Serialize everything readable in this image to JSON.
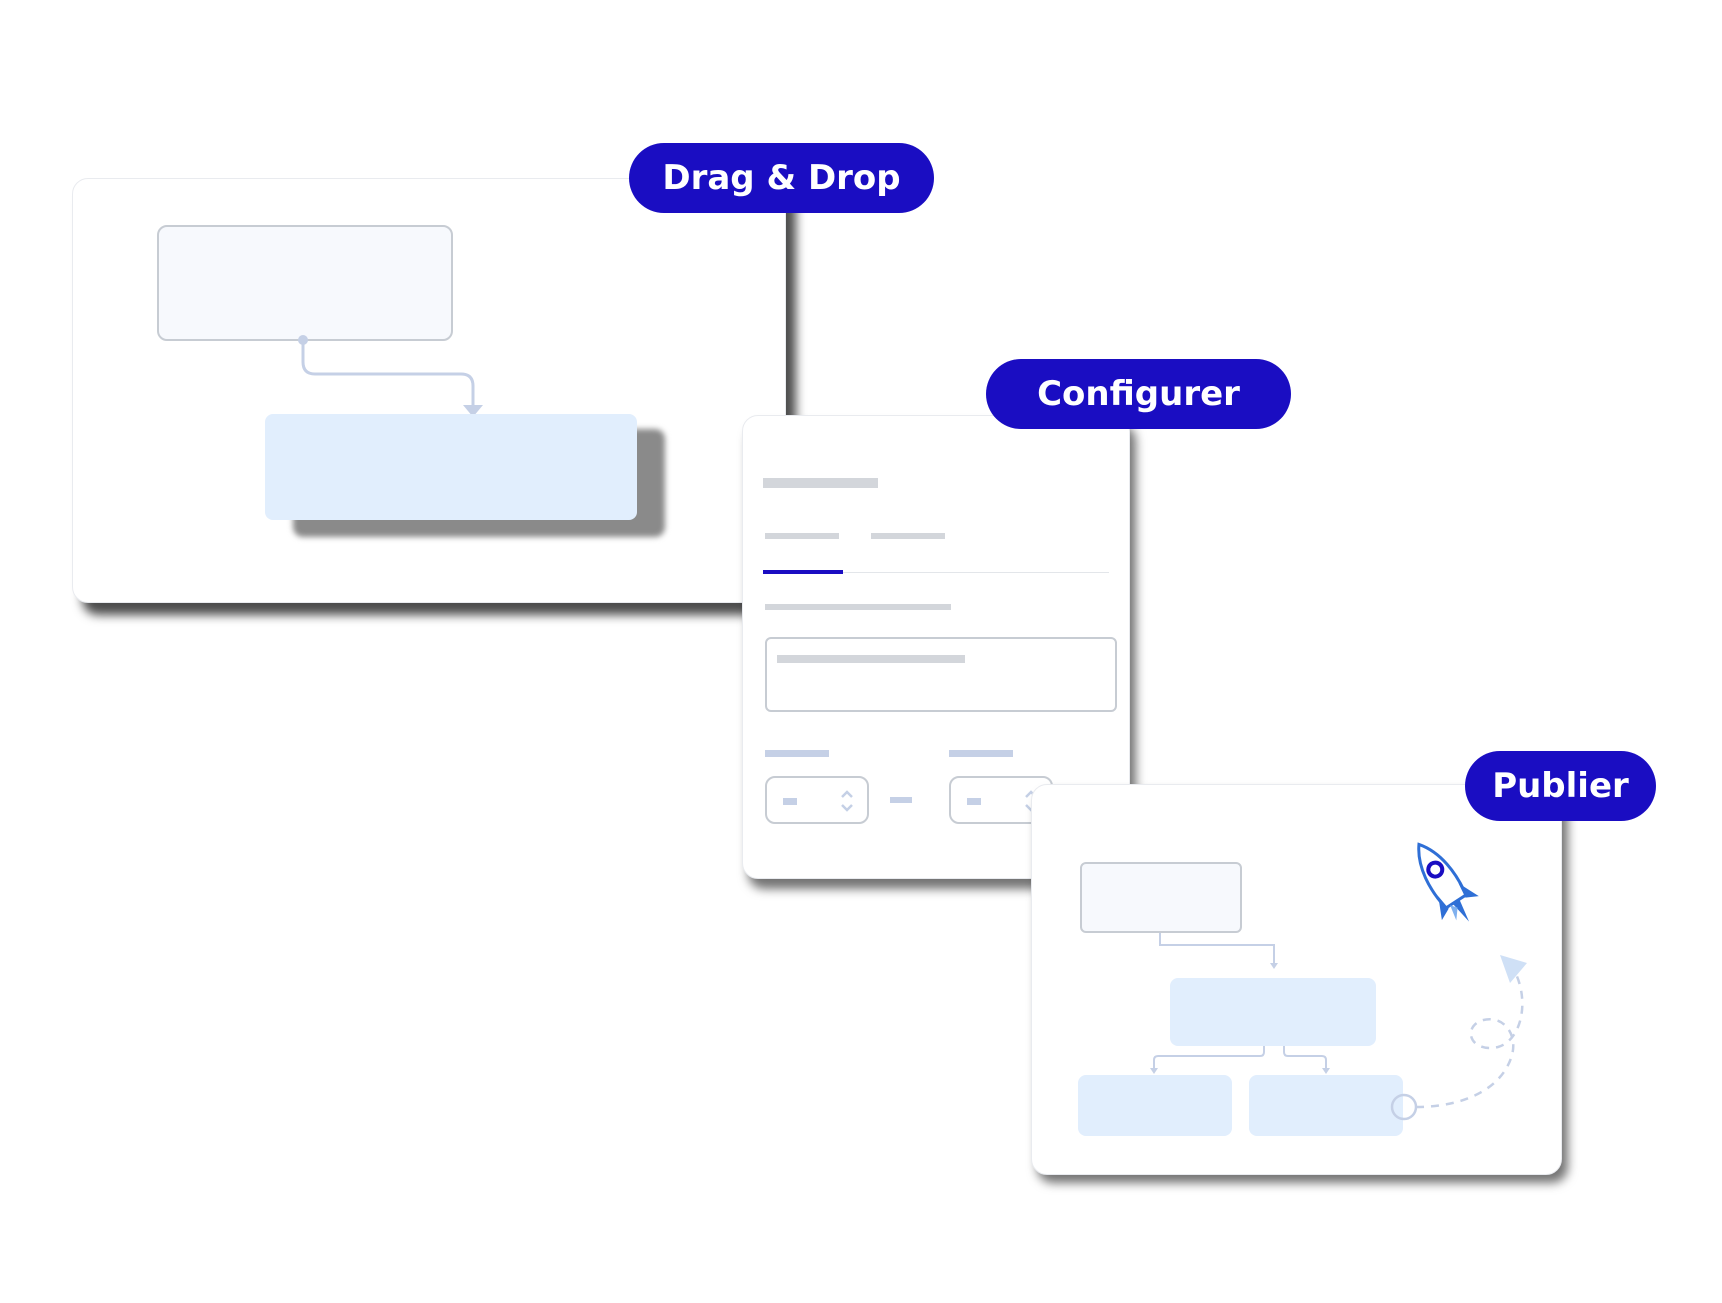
{
  "steps": [
    {
      "label": "Drag & Drop"
    },
    {
      "label": "Configurer"
    },
    {
      "label": "Publier"
    }
  ],
  "colors": {
    "accent": "#1a0dc2",
    "node_fill": "#e1eefd",
    "node_outline_fill": "#f7f9fd",
    "placeholder_bar": "#d3d6db",
    "rocket": "#2f6fd6"
  },
  "icons": {
    "rocket": "rocket-icon"
  }
}
